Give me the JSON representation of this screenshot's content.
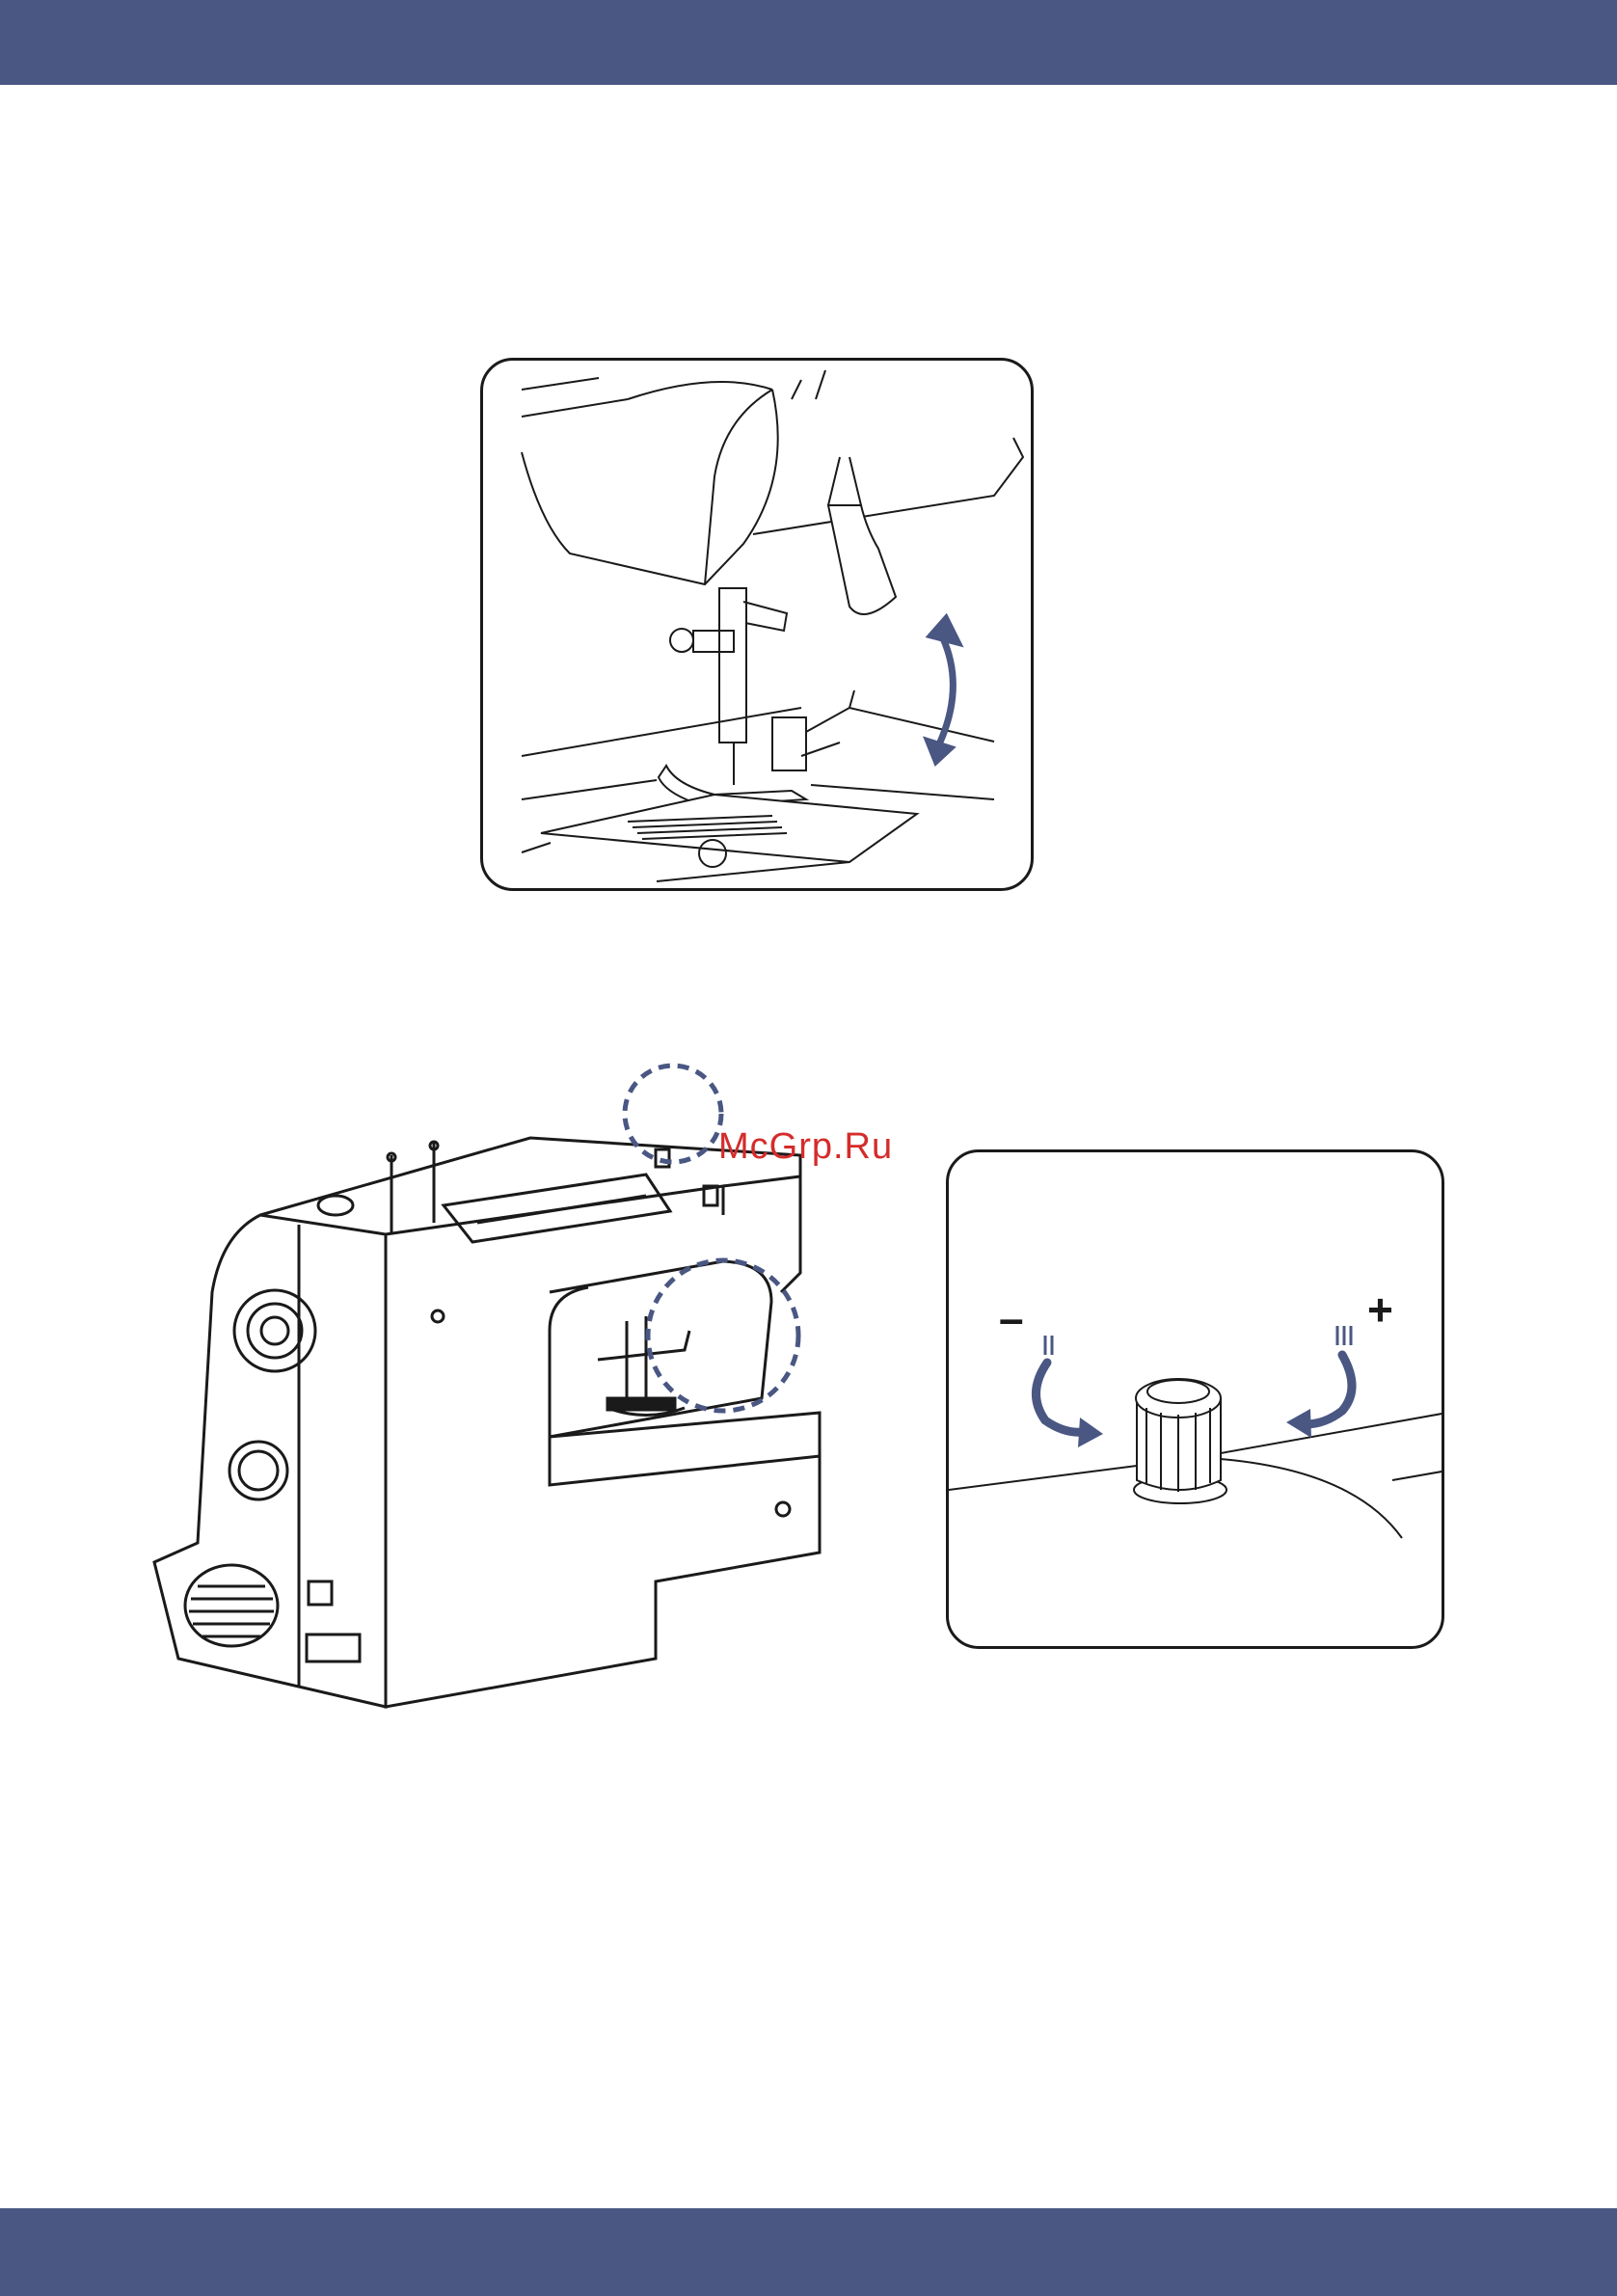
{
  "header": {
    "band_color": "#4a5783"
  },
  "footer": {
    "band_color": "#4a5783"
  },
  "watermark": {
    "text": "McGrp.Ru",
    "color": "#d52b2b"
  },
  "presser_figure": {
    "arrow_color": "#4a5783",
    "arrow_direction": "up-down"
  },
  "machine_figure": {
    "highlight_color": "#4a5783",
    "highlight_count": 2
  },
  "knob_figure": {
    "minus_label": "–",
    "plus_label": "+",
    "arrow_color": "#4a5783"
  }
}
